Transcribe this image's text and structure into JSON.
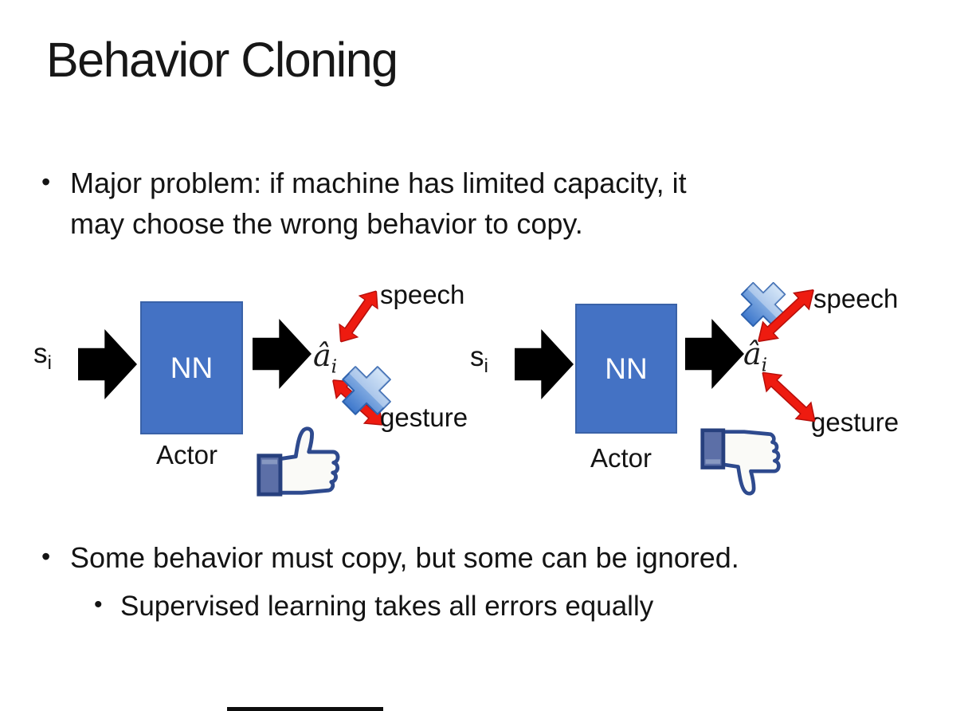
{
  "slide": {
    "title": "Behavior Cloning",
    "bullets": {
      "marker": "•",
      "b1_line1": "Major problem: if machine has limited capacity, it",
      "b1_line2": "may choose the wrong behavior to copy.",
      "b2": "Some behavior must copy, but some can be ignored.",
      "b2_sub": "Supervised learning takes all errors equally"
    }
  },
  "diagrams": {
    "left": {
      "input": "s",
      "input_sub": "i",
      "nn": "NN",
      "actor": "Actor",
      "output": "â",
      "output_sub": "i",
      "speech": "speech",
      "gesture": "gesture",
      "crossed_out_behavior": "gesture",
      "feedback_icon": "thumbs-up"
    },
    "right": {
      "input": "s",
      "input_sub": "i",
      "nn": "NN",
      "actor": "Actor",
      "output": "â",
      "output_sub": "i",
      "speech": "speech",
      "gesture": "gesture",
      "crossed_out_behavior": "speech",
      "feedback_icon": "thumbs-down"
    }
  },
  "colors": {
    "background": "#ffffff",
    "nn_box_fill": "#4472C4",
    "nn_box_border": "#3A62A8",
    "flow_arrow": "#000000",
    "behavior_arrow_red": "#EE1B10",
    "cross_blue": "#4E86D8",
    "thumb_outline_navy": "#2E4A8E",
    "thumb_cuff_blue": "#5C6FA7"
  }
}
